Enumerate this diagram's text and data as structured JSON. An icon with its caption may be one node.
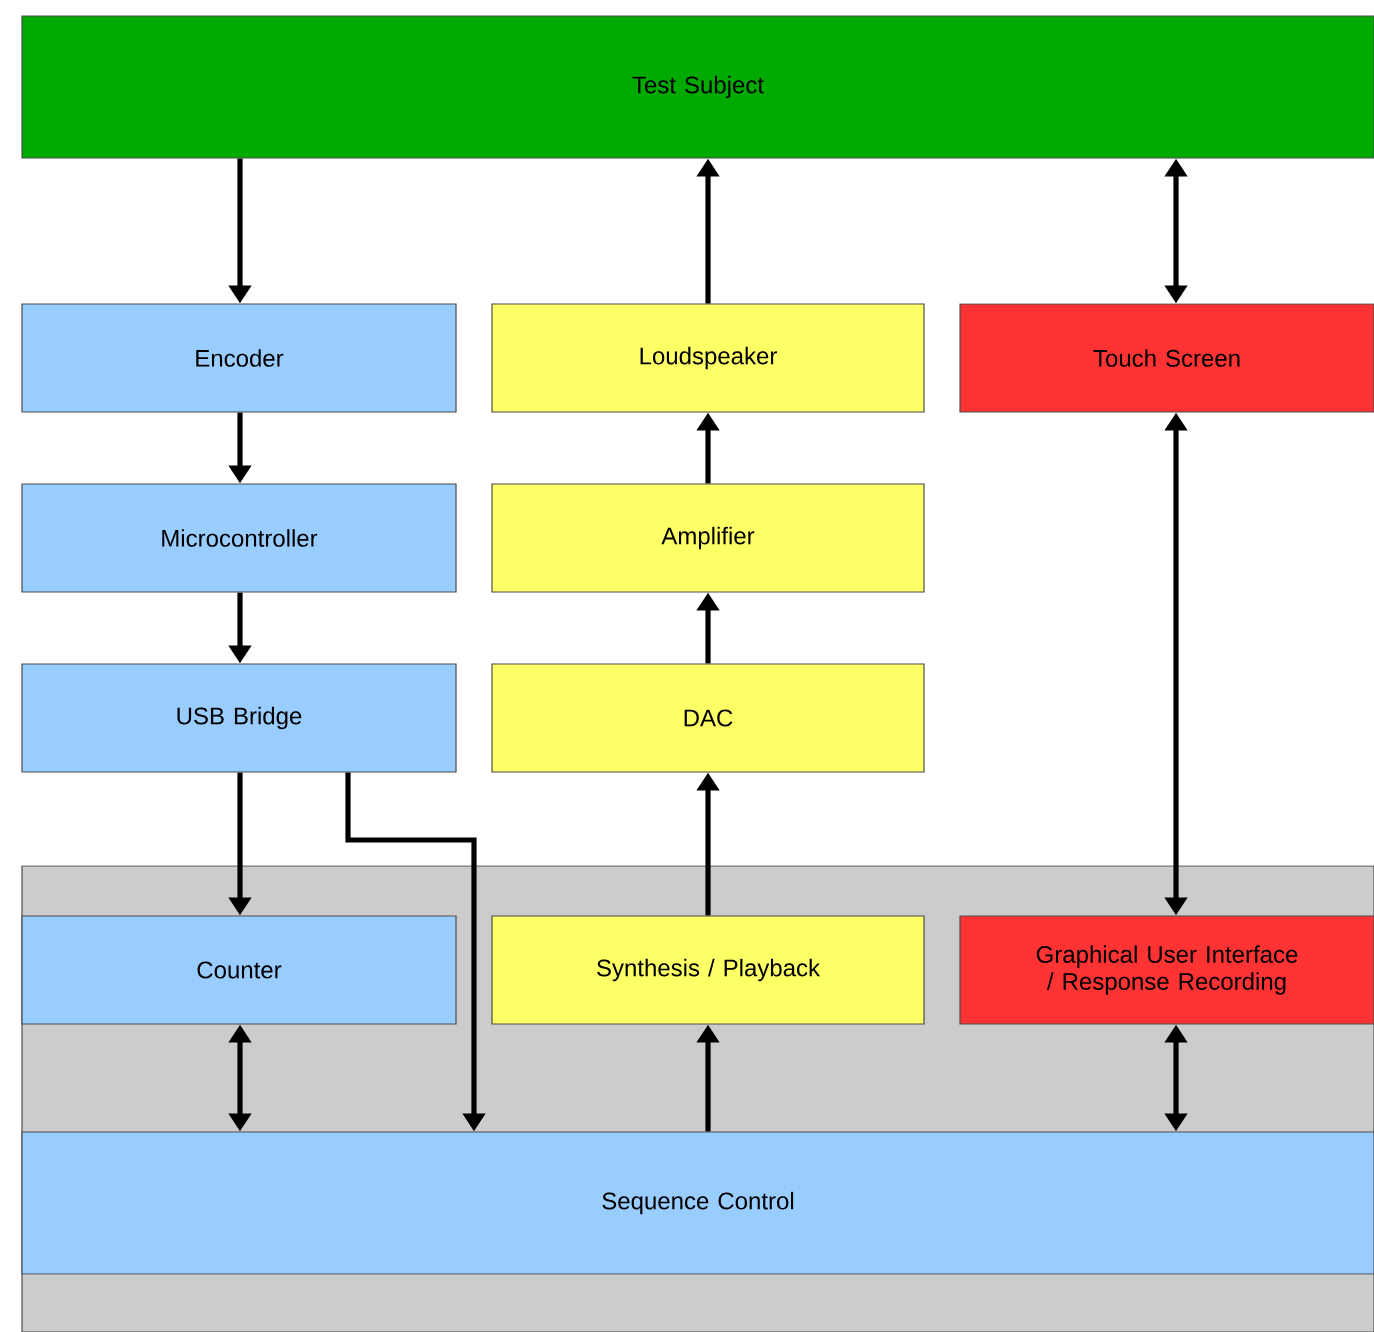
{
  "diagram": {
    "nodes": [
      {
        "text": [
          "Test Subject"
        ]
      },
      {
        "text": [
          "Encoder"
        ]
      },
      {
        "text": [
          "Loudspeaker"
        ]
      },
      {
        "text": [
          "Touch Screen"
        ]
      },
      {
        "text": [
          "Microcontroller"
        ]
      },
      {
        "text": [
          "Amplifier"
        ]
      },
      {
        "text": [
          "USB Bridge"
        ]
      },
      {
        "text": [
          "DAC"
        ]
      },
      {
        "text": [],
        "shape": "box"
      },
      {
        "text": [
          "Counter"
        ],
        "in": 8
      },
      {
        "text": [
          "Synthesis / Playback"
        ],
        "in": 8
      },
      {
        "text": [
          "Graphical User Interface / Response Recording"
        ],
        "in": 8
      },
      {
        "text": [
          "Sequence Control"
        ],
        "in": 8
      }
    ],
    "edges": [
      {
        "from": 0,
        "to": 1,
        "arrow": "to"
      },
      {
        "from": 2,
        "to": 0,
        "arrow": "to"
      },
      {
        "from": 0,
        "to": 3,
        "arrow": "both"
      },
      {
        "from": 1,
        "to": 4,
        "arrow": "to"
      },
      {
        "from": 5,
        "to": 2,
        "arrow": "to"
      },
      {
        "from": 4,
        "to": 6,
        "arrow": "to"
      },
      {
        "from": 7,
        "to": 5,
        "arrow": "to"
      },
      {
        "from": 3,
        "to": 11,
        "arrow": "both"
      },
      {
        "from": 6,
        "to": 9,
        "arrow": "to"
      },
      {
        "from": 6,
        "to": 12,
        "arrow": "to"
      },
      {
        "from": 10,
        "to": 7,
        "arrow": "to"
      },
      {
        "from": 9,
        "to": 12,
        "arrow": "both"
      },
      {
        "from": 12,
        "to": 10,
        "arrow": "to"
      },
      {
        "from": 12,
        "to": 11,
        "arrow": "both"
      }
    ]
  }
}
